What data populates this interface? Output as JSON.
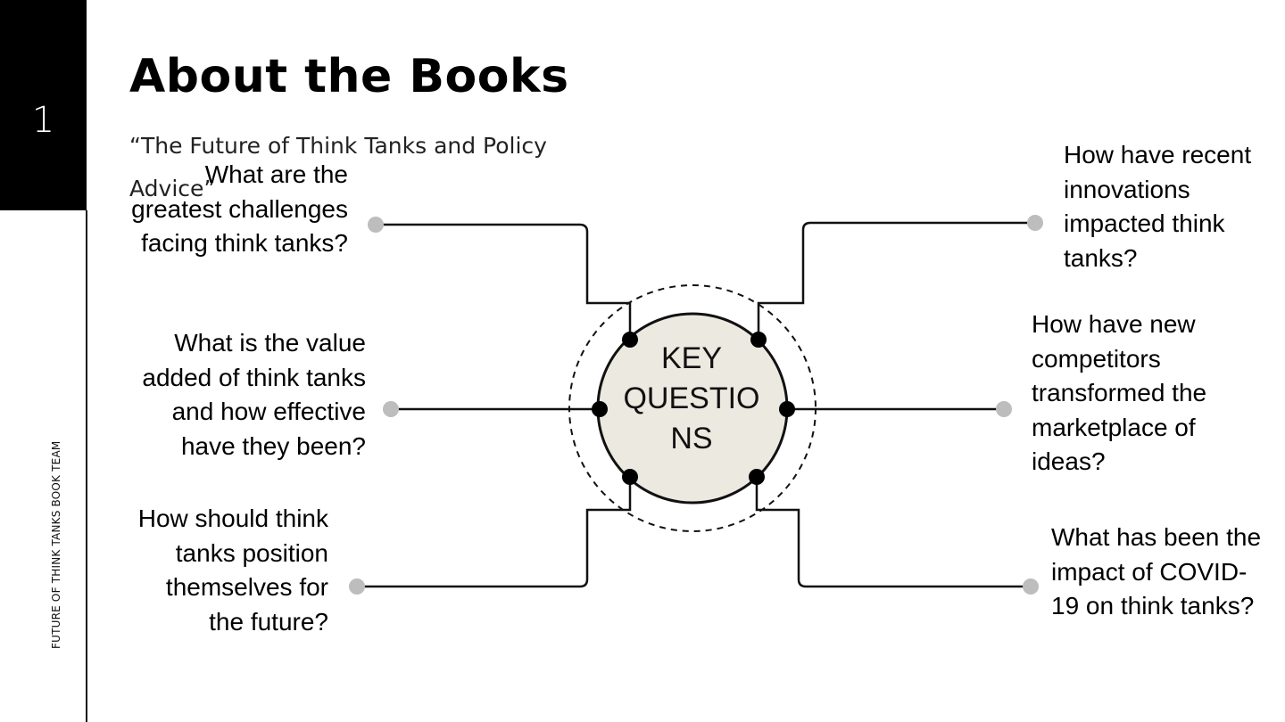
{
  "slide": {
    "number": "1",
    "title": "About the Books",
    "subtitle": "“The Future of Think Tanks and Policy Advice”",
    "sidebar_label": "FUTURE OF THINK TANKS BOOK TEAM"
  },
  "diagram": {
    "center_label": "KEY QUESTIONS",
    "center_label_lines": [
      "KEY",
      "QUESTIO",
      "NS"
    ],
    "questions_left": [
      "What are the greatest challenges facing think tanks?",
      "What is the value added of think tanks and how effective have they been?",
      "How should think tanks position themselves for the future?"
    ],
    "questions_right": [
      "How have recent innovations impacted think tanks?",
      "How have new competitors transformed the marketplace of ideas?",
      "What has been the impact of COVID-19 on think tanks?"
    ]
  },
  "colors": {
    "sidebar": "#000000",
    "hub_fill": "#ece9e0",
    "connector_dot": "#bdbdbd",
    "line": "#111111"
  }
}
